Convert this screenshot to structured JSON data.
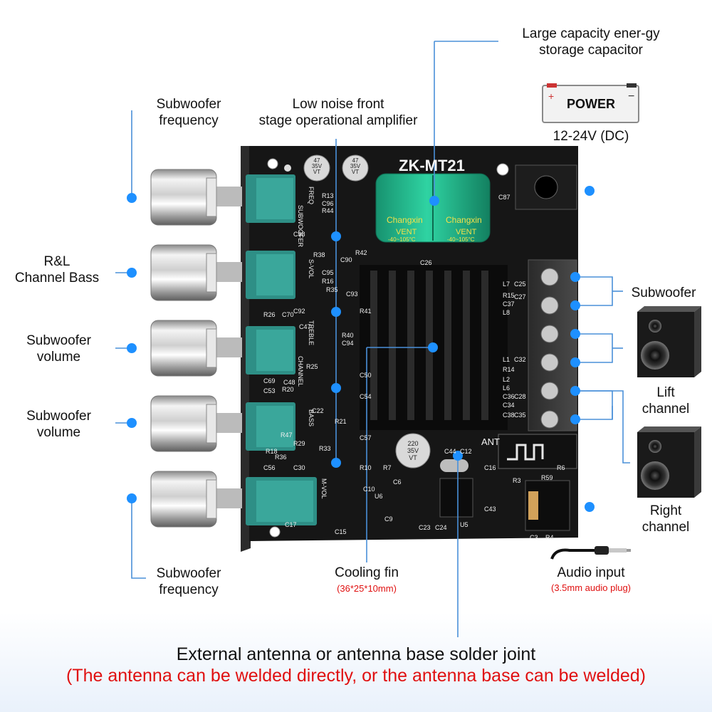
{
  "labels": {
    "capacitor": "Large capacity ener-gy\nstorage capacitor",
    "power_badge": "POWER",
    "voltage": "12-24V (DC)",
    "sub_freq_top": "Subwoofer\nfrequency",
    "opamp": "Low noise front\nstage operational amplifier",
    "rl_bass": "R&L\nChannel Bass",
    "sub_vol_1": "Subwoofer\nvolume",
    "sub_vol_2": "Subwoofer\nvolume",
    "sub_freq_bottom": "Subwoofer\nfrequency",
    "subwoofer_out": "Subwoofer",
    "left_channel": "Lift\nchannel",
    "right_channel": "Right\nchannel",
    "cooling_fin": "Cooling fin",
    "cooling_fin_size": "(36*25*10mm)",
    "audio_input": "Audio input",
    "audio_plug": "(3.5mm audio plug)",
    "antenna_title": "External antenna or antenna base solder joint",
    "antenna_note": "(The antenna can be welded directly, or the antenna base can be welded)"
  },
  "board": {
    "model": "ZK-MT21",
    "cap_brand": "Changxin",
    "cap_vent": "VENT",
    "cap_temp": "-40~105°C",
    "small_cap_1": "47\n35V\nVT",
    "small_cap_2": "47\n35V\nVT",
    "mid_cap": "220\n35V\nVT",
    "ant": "ANT",
    "silk_freq": "FREQ",
    "silk_subwoofer": "SUBWOOFER",
    "silk_svol": "S-VOL",
    "silk_treble": "TREBLE",
    "silk_channel": "CHANNEL",
    "silk_bass": "BASS",
    "silk_mvol": "M-VOL",
    "designators": [
      "R13",
      "C96",
      "R44",
      "C98",
      "R38",
      "R42",
      "C90",
      "C95",
      "R16",
      "C93",
      "R35",
      "R41",
      "C92",
      "R26",
      "C70",
      "C47",
      "R40",
      "C94",
      "R25",
      "C69",
      "C48",
      "R20",
      "C53",
      "C50",
      "C54",
      "C22",
      "R21",
      "C57",
      "R18",
      "R47",
      "R29",
      "R36",
      "R33",
      "C30",
      "C56",
      "R10",
      "C17",
      "C15",
      "C9",
      "C6",
      "R7",
      "C44",
      "C12",
      "C16",
      "R3",
      "R59",
      "R6",
      "C43",
      "C3",
      "R4",
      "C26",
      "L7",
      "R15",
      "C37",
      "L8",
      "L1",
      "R14",
      "L2",
      "L6",
      "C36",
      "C38",
      "C24",
      "C23",
      "C10",
      "U6",
      "U5",
      "C87",
      "C25",
      "C27",
      "C32",
      "C28",
      "C35",
      "C34"
    ]
  },
  "icons": [
    "capacitor-icon",
    "power-battery-icon",
    "speaker-icon",
    "audio-plug-icon",
    "bluetooth-module-icon",
    "knob-icon",
    "screw-terminal-icon",
    "heatsink-icon",
    "dot-marker-icon"
  ],
  "colors": {
    "accent_blue": "#1e90ff",
    "line_blue": "#4a90d9",
    "red_text": "#e01010",
    "pcb": "#161616",
    "pot_green": "#3aa79b",
    "cap_green": "#1fb38a"
  }
}
